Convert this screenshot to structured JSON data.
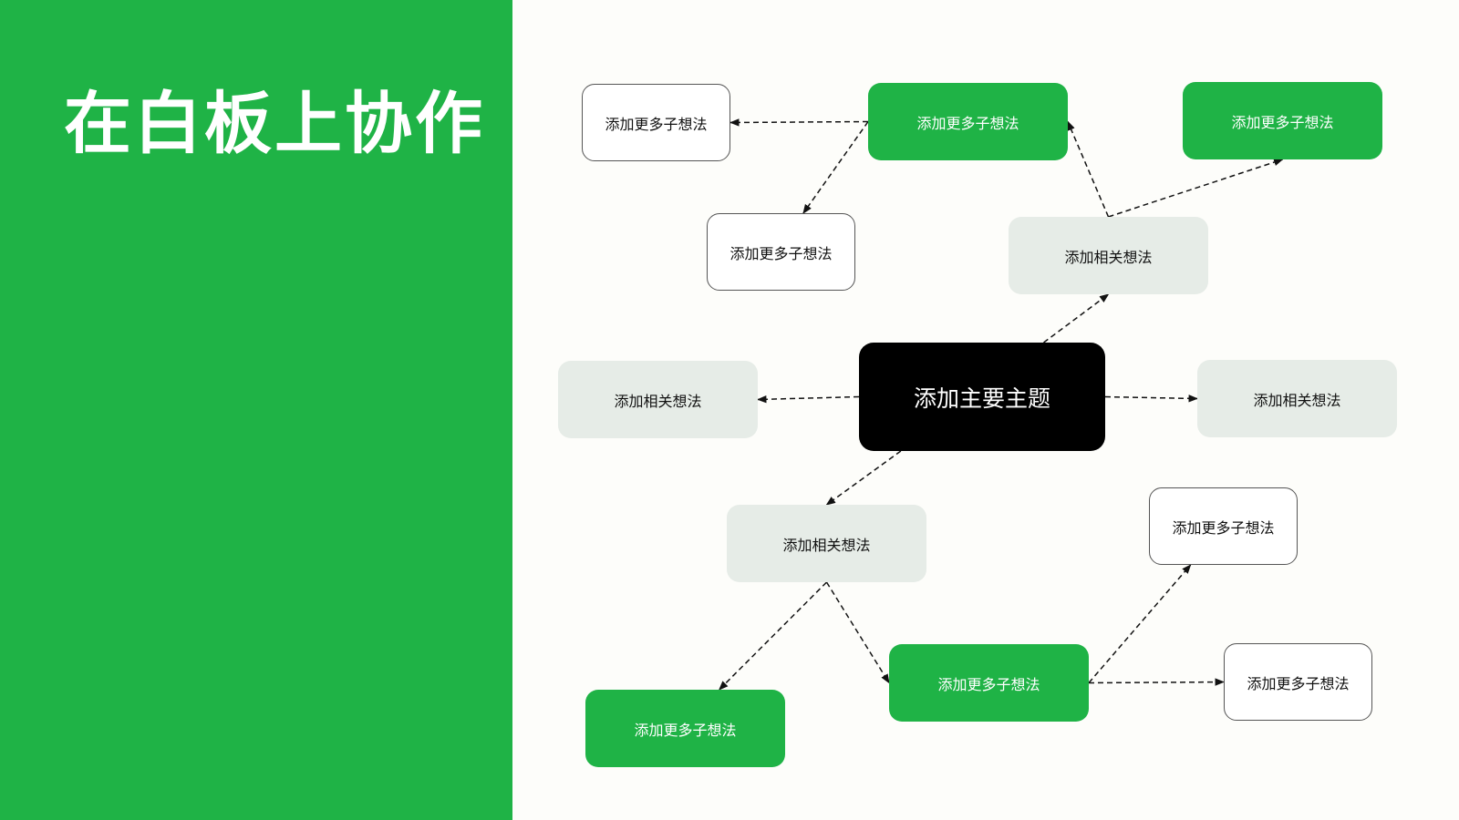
{
  "title": "在白板上协作",
  "colors": {
    "brand_green": "#1fb346",
    "canvas_bg": "#fdfdfa",
    "main_topic_bg": "#000000",
    "related_bg": "#e6ece7",
    "outline_border": "#555555",
    "connector": "#111111"
  },
  "diagram": {
    "main": {
      "id": "main",
      "label": "添加主要主题"
    },
    "nodes": [
      {
        "id": "sub-top-left",
        "label": "添加更多子想法",
        "style": "outline"
      },
      {
        "id": "sub-top-center",
        "label": "添加更多子想法",
        "style": "green"
      },
      {
        "id": "sub-top-right",
        "label": "添加更多子想法",
        "style": "green"
      },
      {
        "id": "sub-upper-mid",
        "label": "添加更多子想法",
        "style": "outline"
      },
      {
        "id": "related-upper-right",
        "label": "添加相关想法",
        "style": "gray"
      },
      {
        "id": "related-left",
        "label": "添加相关想法",
        "style": "gray"
      },
      {
        "id": "related-right",
        "label": "添加相关想法",
        "style": "gray"
      },
      {
        "id": "related-lower",
        "label": "添加相关想法",
        "style": "gray"
      },
      {
        "id": "sub-lower-right-top",
        "label": "添加更多子想法",
        "style": "outline"
      },
      {
        "id": "sub-lower-center",
        "label": "添加更多子想法",
        "style": "green"
      },
      {
        "id": "sub-lower-right",
        "label": "添加更多子想法",
        "style": "outline"
      },
      {
        "id": "sub-lower-left",
        "label": "添加更多子想法",
        "style": "green"
      }
    ],
    "edges": [
      {
        "from": "sub-top-center",
        "to": "sub-top-left"
      },
      {
        "from": "sub-top-center",
        "to": "sub-upper-mid"
      },
      {
        "from": "related-upper-right",
        "to": "sub-top-center"
      },
      {
        "from": "related-upper-right",
        "to": "sub-top-right"
      },
      {
        "from": "main",
        "to": "related-upper-right"
      },
      {
        "from": "main",
        "to": "related-left"
      },
      {
        "from": "main",
        "to": "related-right"
      },
      {
        "from": "main",
        "to": "related-lower"
      },
      {
        "from": "related-lower",
        "to": "sub-lower-left"
      },
      {
        "from": "related-lower",
        "to": "sub-lower-center"
      },
      {
        "from": "sub-lower-center",
        "to": "sub-lower-right-top"
      },
      {
        "from": "sub-lower-center",
        "to": "sub-lower-right"
      }
    ]
  }
}
